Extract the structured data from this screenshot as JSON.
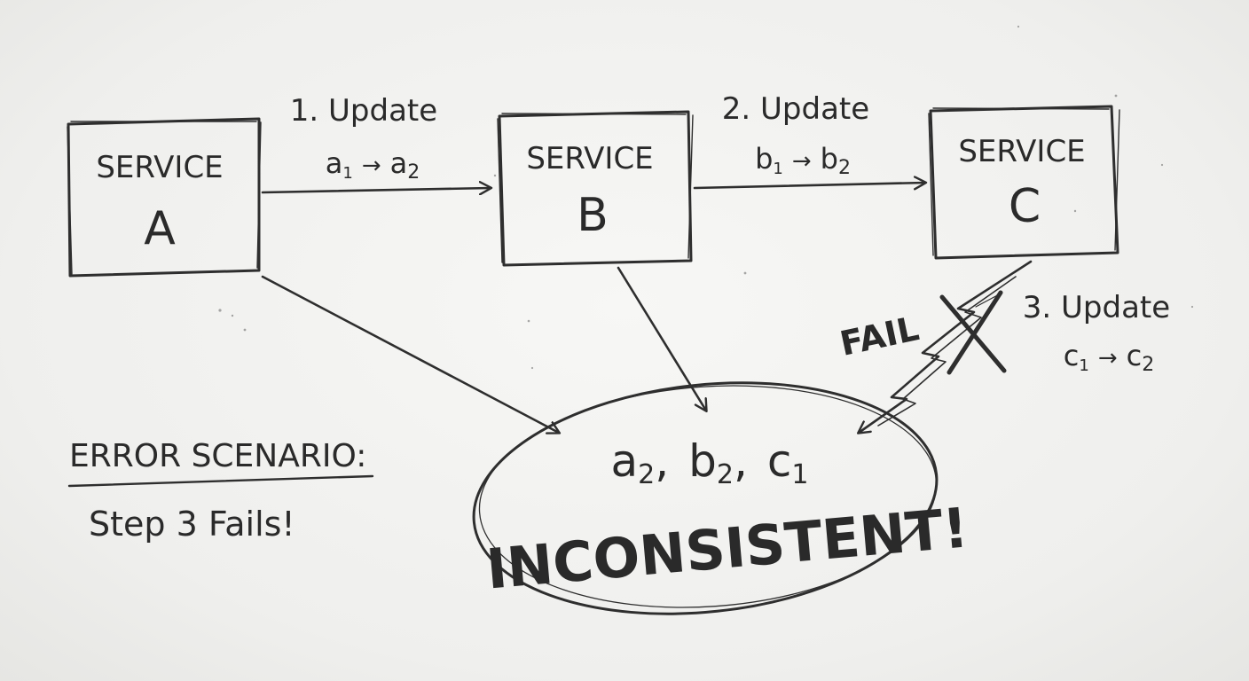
{
  "services": [
    {
      "id": "a",
      "title": "SERVICE",
      "letter": "A"
    },
    {
      "id": "b",
      "title": "SERVICE",
      "letter": "B"
    },
    {
      "id": "c",
      "title": "SERVICE",
      "letter": "C"
    }
  ],
  "steps": [
    {
      "line1": "1. Update",
      "from": "a",
      "from_sub": "1",
      "to": "a",
      "to_sub": "2"
    },
    {
      "line1": "2. Update",
      "from": "b",
      "from_sub": "1",
      "to": "b",
      "to_sub": "2"
    },
    {
      "line1": "3. Update",
      "from": "c",
      "from_sub": "1",
      "to": "c",
      "to_sub": "2"
    }
  ],
  "arrow_glyph": "→",
  "fail_label": "FAIL",
  "result": {
    "a": "a",
    "a_sub": "2",
    "b": "b",
    "b_sub": "2",
    "c": "c",
    "c_sub": "1",
    "separator": ",",
    "label": "INCONSISTENT!"
  },
  "error_scenario": {
    "heading": "ERROR SCENARIO:",
    "detail": "Step 3 Fails!"
  }
}
